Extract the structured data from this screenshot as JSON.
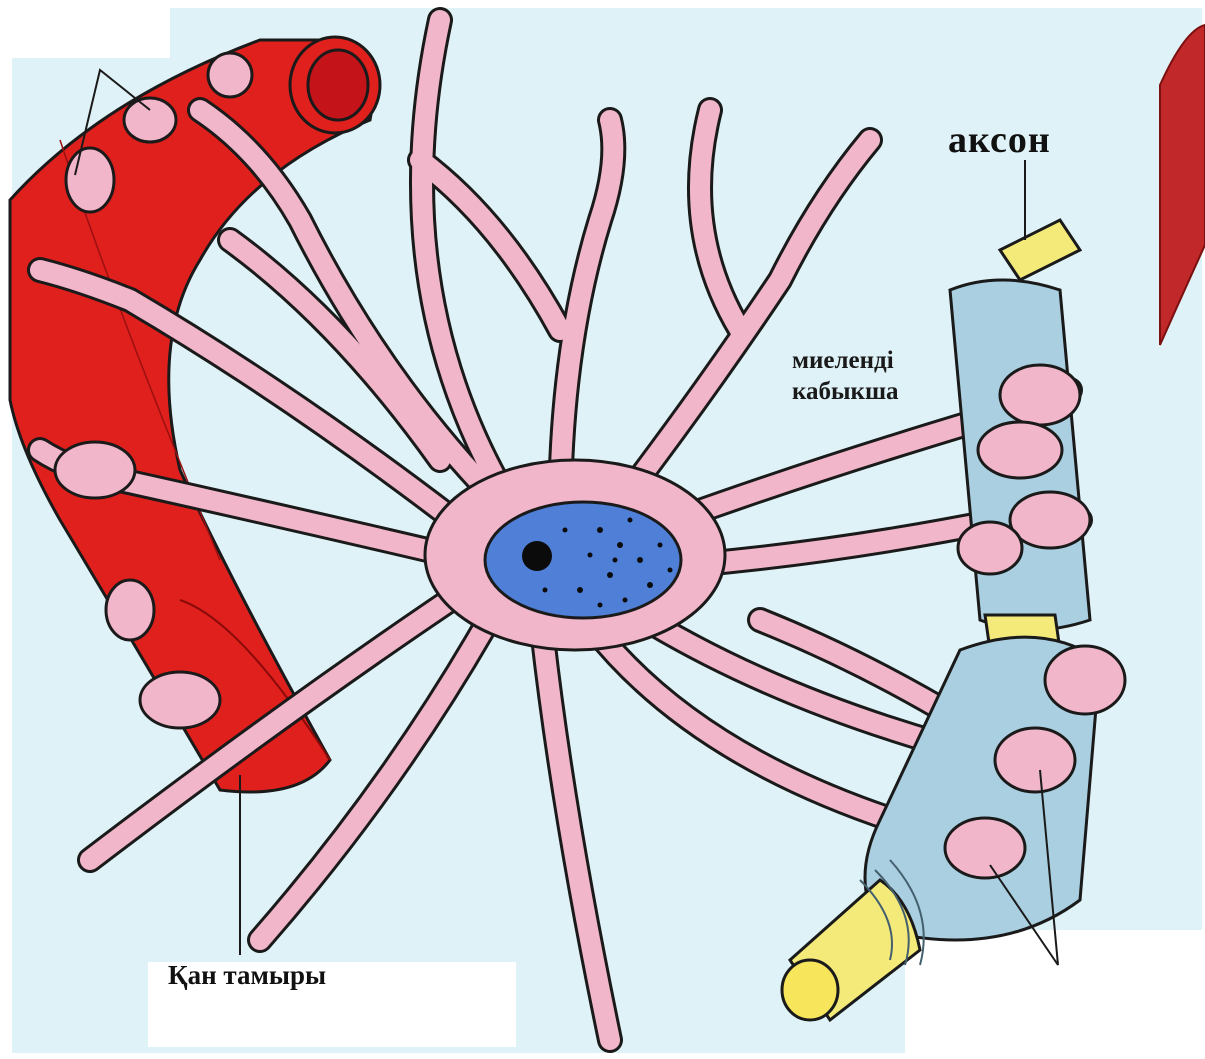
{
  "labels": {
    "axon": "аксон",
    "myelin_line1": "миелендi",
    "myelin_line2": "кабыкша",
    "blood_vessel": "Қан тамыры"
  },
  "colors": {
    "background_panel": "#dff2f7",
    "cell_body": "#f1b6c9",
    "cell_outline": "#1a1a1a",
    "nucleus": "#4f7fd6",
    "blood_vessel": "#e0201c",
    "myelin": "#a9cfe0",
    "axon": "#f4ea7a",
    "muscle": "#c0282a"
  }
}
